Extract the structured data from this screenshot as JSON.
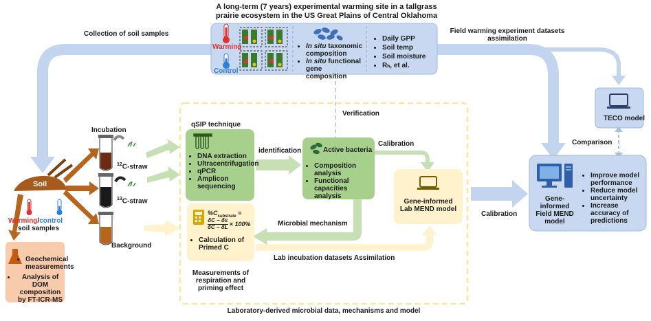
{
  "header": {
    "title_line1": "A long-term (7 years) experimental warming site in a tallgrass",
    "title_line2": "prairie ecosystem in the US Great Plains of Central Oklahoma"
  },
  "site_box": {
    "warming": "Warming",
    "control": "Control",
    "in_situ_1_italic": "In situ",
    "in_situ_1_rest": " taxonomic composition",
    "in_situ_2_italic": "In situ",
    "in_situ_2_rest": " functional gene composition",
    "measurements": [
      "Daily GPP",
      "Soil temp",
      "Soil moisture",
      "Rₕ, et al."
    ]
  },
  "labels": {
    "collection": "Collection of soil samples",
    "field_assimilation_1": "Field warming experiment datasets",
    "field_assimilation_2": "assimilation",
    "verification": "Verification",
    "calibration_top": "Calibration",
    "calibration_right": "Calibration",
    "comparison": "Comparison",
    "identification": "identification",
    "microbial_mechanism": "Microbial mechanism",
    "lab_assimilation": "Lab incubation datasets Assimilation",
    "footer": "Laboratory-derived microbial data, mechanisms and model"
  },
  "left": {
    "incubation": "Incubation",
    "c12_sup": "12",
    "c12_rest": "C-straw",
    "c13_sup": "13",
    "c13_rest": "C-straw",
    "background": "Background",
    "soil": "Soil",
    "warming": "Warming",
    "slash": "/",
    "control": "control",
    "soil_samples": "soil samples",
    "geo_items": [
      "Geochemical measurements",
      "Analysis of DOM composition by FT-ICR-MS"
    ]
  },
  "qsip": {
    "title": "qSIP technique",
    "items": [
      "DNA extraction",
      "Ultracentrifugation",
      "qPCR",
      "Amplicon sequencing"
    ]
  },
  "active": {
    "title": "Active bacteria",
    "items": [
      "Composition analysis",
      "Functional capacities analysis"
    ]
  },
  "primed": {
    "formula_lhs": "%C",
    "formula_sub": "substrate",
    "formula_eq": "=",
    "frac_num": "δC − δs",
    "frac_den": "δC − δL",
    "formula_tail": "× 100%",
    "items": [
      "Calculation of Primed C"
    ],
    "caption_1": "Measurements of",
    "caption_2": "respiration and",
    "caption_3": "priming effect"
  },
  "lab_mend": {
    "line1": "Gene-informed",
    "line2": "Lab MEND model"
  },
  "field_mend": {
    "line1": "Gene-informed",
    "line2": "Field MEND",
    "line3": "model",
    "items": [
      "Improve model performance",
      "Reduce model uncertainty",
      "Increase accuracy of predictions"
    ]
  },
  "teco": {
    "label": "TECO model"
  },
  "colors": {
    "blue_arrow": "#c3d4ee",
    "blue_box": "#c7d8f0",
    "green_box": "#a8d08d",
    "green_arrow": "#c6e0b4",
    "yellow_box": "#fff2cc",
    "yellow_dash": "#ffe699",
    "soil_brown": "#b5651d",
    "warming_red": "#e03030",
    "control_blue": "#2f7fd8"
  }
}
